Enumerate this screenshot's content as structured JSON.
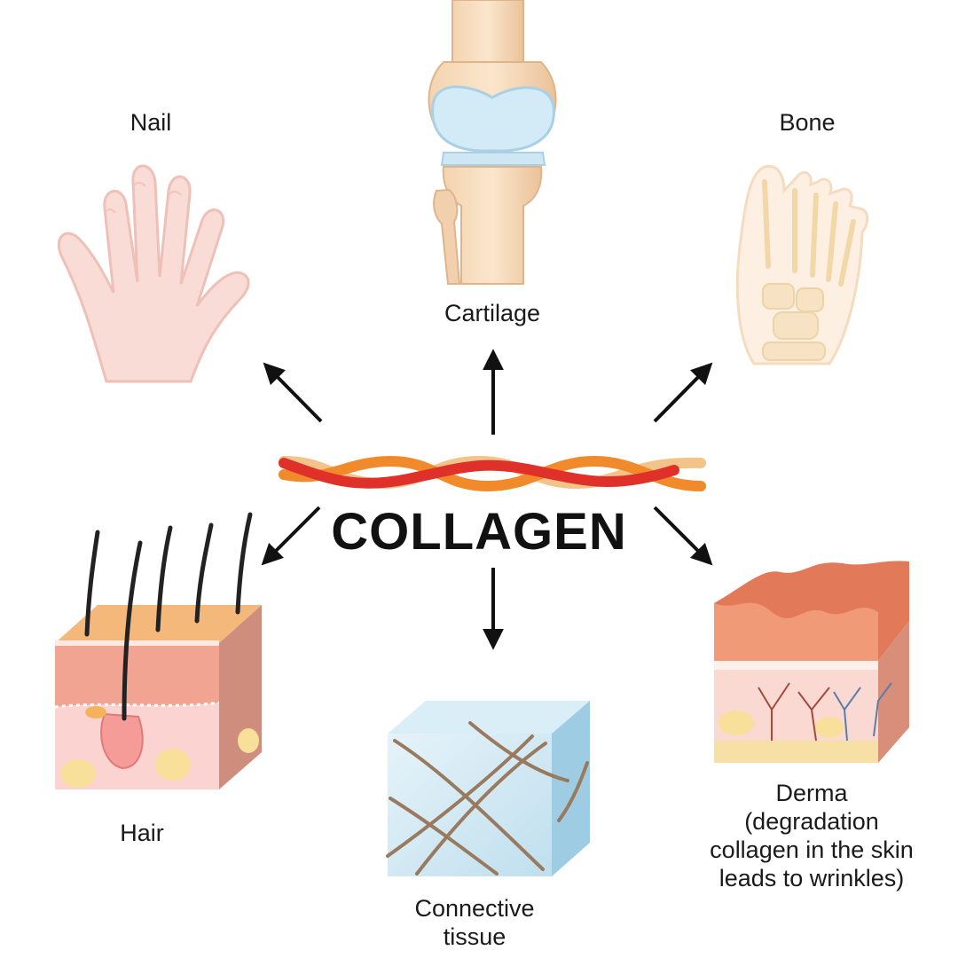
{
  "title": "COLLAGEN",
  "labels": {
    "nail": "Nail",
    "cartilage": "Cartilage",
    "bone": "Bone",
    "hair": "Hair",
    "connective_line1": "Connective",
    "connective_line2": "tissue",
    "derma_line1": "Derma",
    "derma_line2": "(degradation",
    "derma_line3": "collagen in the skin",
    "derma_line4": "leads to wrinkles)"
  },
  "icons": [
    "hand-icon",
    "knee-joint-icon",
    "foot-bone-icon",
    "hair-skin-icon",
    "connective-tissue-cube-icon",
    "derma-skin-icon",
    "collagen-fiber-icon"
  ],
  "colors": {
    "strand_red": "#e0302a",
    "strand_orange": "#f08a2a",
    "strand_tan": "#f3c489",
    "skin": "#f6c9c0",
    "cartilage": "#cfe7f2",
    "arrow": "#111111"
  }
}
